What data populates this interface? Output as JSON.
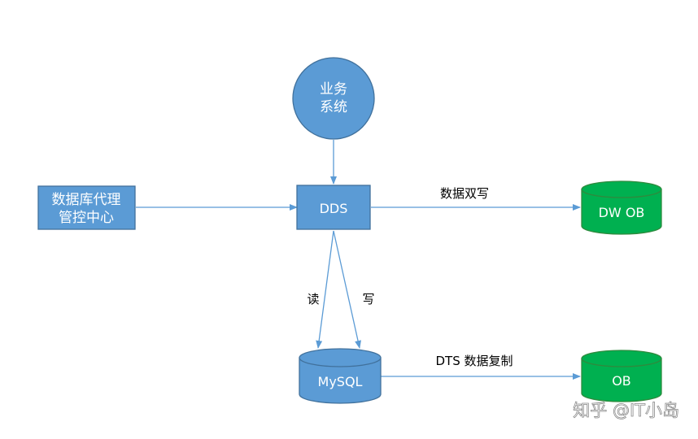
{
  "nodes": {
    "business_system": {
      "label_line1": "业务",
      "label_line2": "系统"
    },
    "db_proxy_center": {
      "label_line1": "数据库代理",
      "label_line2": "管控中心"
    },
    "dds": {
      "label": "DDS"
    },
    "dw_ob": {
      "label": "DW OB"
    },
    "mysql": {
      "label": "MySQL"
    },
    "ob": {
      "label": "OB"
    }
  },
  "edges": {
    "dual_write": {
      "label": "数据双写"
    },
    "read": {
      "label": "读"
    },
    "write": {
      "label": "写"
    },
    "dts_copy": {
      "label": "DTS 数据复制"
    }
  },
  "watermark": {
    "text": "知乎 @IT小岛"
  },
  "colors": {
    "blue_fill": "#5B9BD5",
    "blue_stroke": "#41719C",
    "green_fill": "#00B050",
    "green_stroke": "#2E8B3E",
    "arrow": "#5B9BD5",
    "label_text": "#000000",
    "node_text": "#ffffff"
  }
}
